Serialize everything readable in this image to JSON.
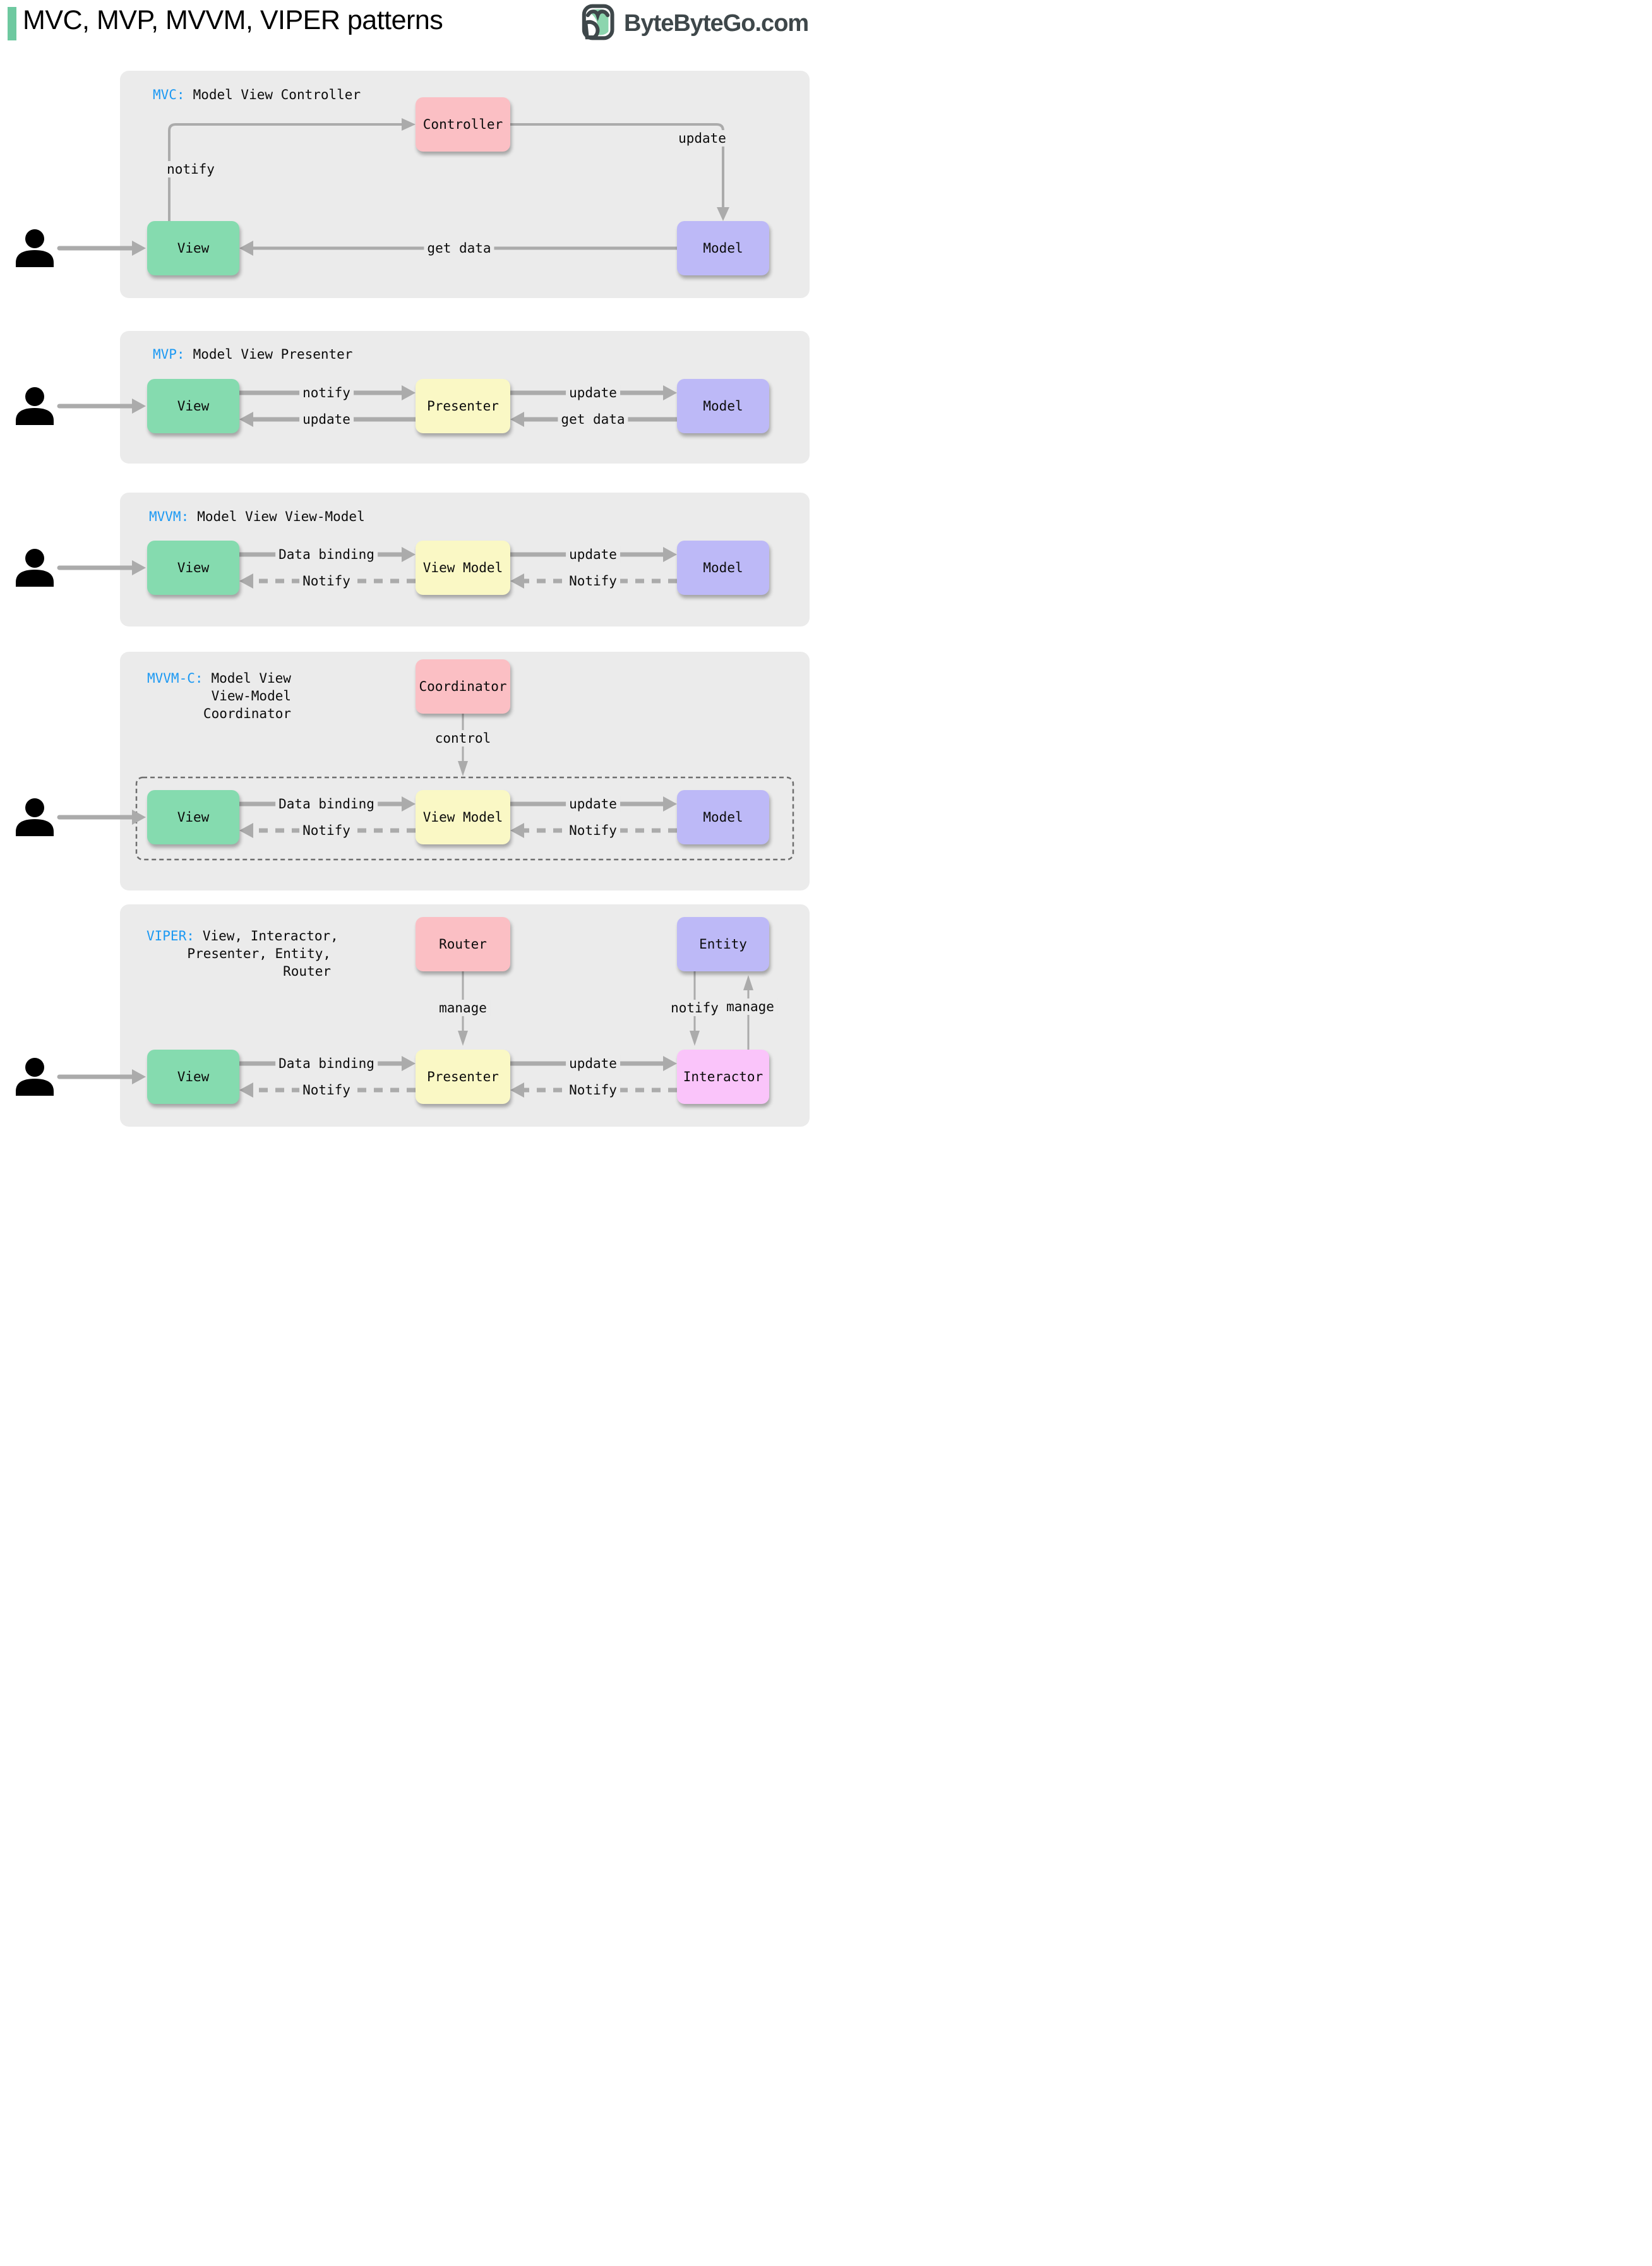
{
  "header": {
    "title": "MVC, MVP, MVVM, VIPER patterns",
    "brand": "ByteByteGo.com"
  },
  "icons": {
    "logo": "bytebytego-owl-logo",
    "person": "person-silhouette"
  },
  "colors": {
    "accent_green": "#6EC9A0",
    "panel_bg": "#EBEBEB",
    "view_green": "#85DBAF",
    "model_purple": "#BDB9F7",
    "middle_yellow": "#FAF8C5",
    "coordinator_pink": "#FBBFC4",
    "interactor_magenta": "#FAC4FA",
    "arrow_gray": "#ABABAB",
    "keyword_blue": "#1C99F3",
    "brand_dark": "#3E474A"
  },
  "sections": {
    "mvc": {
      "keyword": "MVC:",
      "name": "Model View Controller",
      "boxes": {
        "view": "View",
        "controller": "Controller",
        "model": "Model"
      },
      "labels": {
        "notify": "notify",
        "update": "update",
        "get_data": "get data"
      }
    },
    "mvp": {
      "keyword": "MVP:",
      "name": "Model View Presenter",
      "boxes": {
        "view": "View",
        "presenter": "Presenter",
        "model": "Model"
      },
      "labels": {
        "notify": "notify",
        "update_to_view": "update",
        "update_to_model": "update",
        "get_data": "get data"
      }
    },
    "mvvm": {
      "keyword": "MVVM:",
      "name": "Model View View-Model",
      "boxes": {
        "view": "View",
        "view_model": "View Model",
        "model": "Model"
      },
      "labels": {
        "data_binding": "Data binding",
        "notify_to_view": "Notify",
        "update": "update",
        "notify_to_vm": "Notify"
      }
    },
    "mvvmc": {
      "keyword": "MVVM-C:",
      "name_line1": "Model View",
      "name_line2": "View-Model",
      "name_line3": "Coordinator",
      "boxes": {
        "coordinator": "Coordinator",
        "view": "View",
        "view_model": "View Model",
        "model": "Model"
      },
      "labels": {
        "control": "control",
        "data_binding": "Data binding",
        "notify_to_view": "Notify",
        "update": "update",
        "notify_to_vm": "Notify"
      }
    },
    "viper": {
      "keyword": "VIPER:",
      "name_line1": "View, Interactor,",
      "name_line2": "Presenter, Entity,",
      "name_line3": "Router",
      "boxes": {
        "router": "Router",
        "entity": "Entity",
        "view": "View",
        "presenter": "Presenter",
        "interactor": "Interactor"
      },
      "labels": {
        "manage_router": "manage",
        "notify_entity": "notify",
        "manage_entity": "manage",
        "data_binding": "Data binding",
        "update": "update",
        "notify_to_view": "Notify",
        "notify_to_presenter": "Notify"
      }
    }
  }
}
